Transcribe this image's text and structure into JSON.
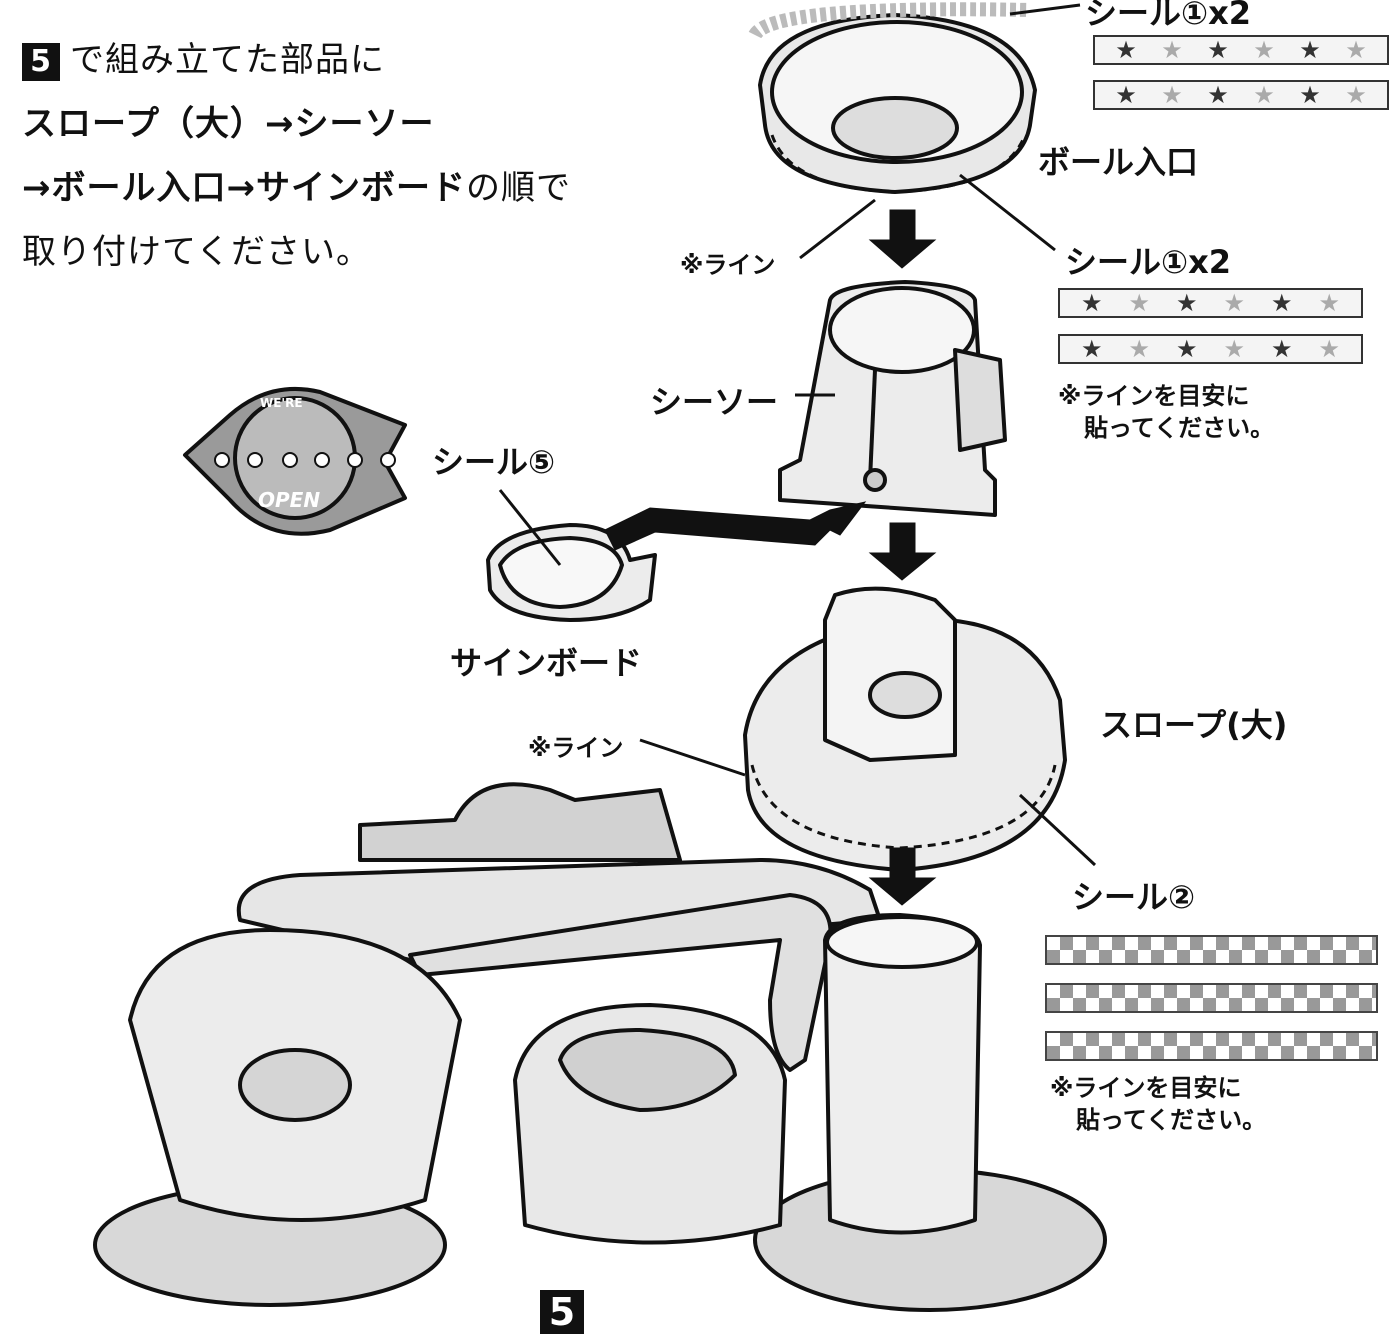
{
  "instructions": {
    "step_number": "5",
    "line1": "で組み立てた部品に",
    "line2": "スロープ（大）→シーソー",
    "line3_bold": "→ボール入口→サインボード",
    "line3_rest": "の順で",
    "line4": "取り付けてください。"
  },
  "parts": {
    "ball_entrance": "ボール入口",
    "seesaw": "シーソー",
    "slope_large": "スロープ(大)",
    "signboard": "サインボード"
  },
  "stickers": {
    "sticker1_top": "シール①x2",
    "sticker1_mid": "シール①x2",
    "sticker5": "シール⑤",
    "sticker2": "シール②",
    "star_pattern": [
      "★",
      "★",
      "★",
      "★",
      "★",
      "★"
    ]
  },
  "notes": {
    "line_mark_1": "※ライン",
    "line_mark_2": "※ライン",
    "guide_1": "※ラインを目安に",
    "guide_1b": "貼ってください。",
    "guide_2": "※ラインを目安に",
    "guide_2b": "貼ってください。"
  },
  "sign_badge": {
    "top": "WE'RE",
    "bottom": "OPEN"
  },
  "footer": {
    "step_number": "5"
  },
  "colors": {
    "ink": "#111111",
    "part_fill": "#e9e9e9",
    "part_shade": "#cfcfcf"
  }
}
